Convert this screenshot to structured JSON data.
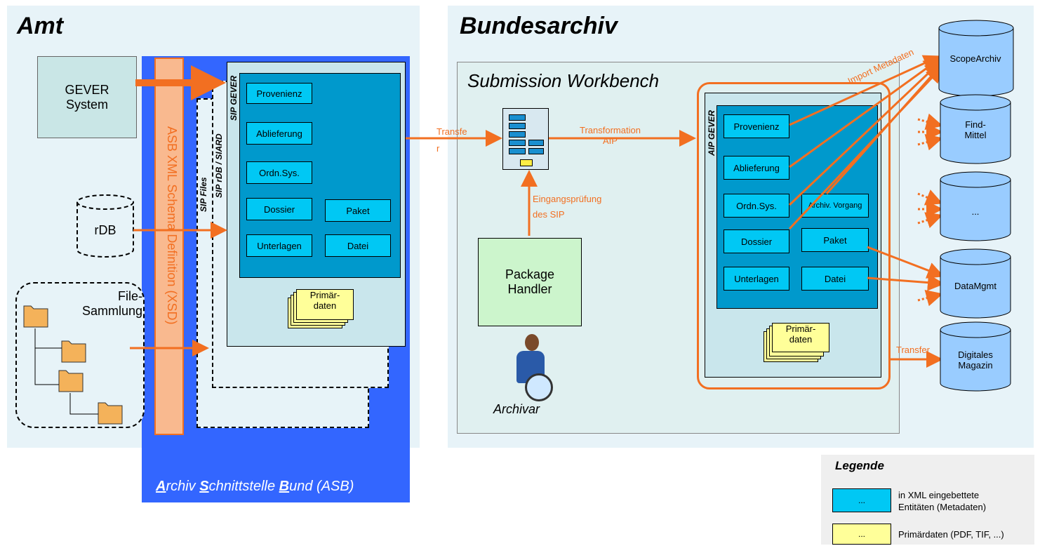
{
  "amt": {
    "title": "Amt",
    "gever_system": "GEVER\nSystem",
    "rdb": "rDB",
    "file_sammlung": "File-\nSammlung"
  },
  "asb": {
    "xsd_label": "ASB XML Schema Definition (XSD)",
    "footer_parts": [
      "A",
      "rchiv ",
      "S",
      "chnittstelle ",
      "B",
      "und (ASB)"
    ],
    "sip_gever": "SIP GEVER",
    "sip_rdb": "SIP rDB / SIARD",
    "sip_files": "SIP Files",
    "entities": [
      "Provenienz",
      "Ablieferung",
      "Ordn.Sys.",
      "Dossier",
      "Paket",
      "Unterlagen",
      "Datei"
    ],
    "primaerdaten": "Primär-\ndaten"
  },
  "bundesarchiv": {
    "title": "Bundesarchiv",
    "submission_workbench": "Submission Workbench",
    "transfer_label": "Transfe\nr",
    "transformation_label": "Transformation\nAIP",
    "eingangspruefung": "Eingangsprüfung\ndes SIP",
    "package_handler": "Package\nHandler",
    "archivar": "Archivar",
    "aip_gever": "AIP GEVER",
    "aip_entities": [
      "Provenienz",
      "Ablieferung",
      "Ordn.Sys.",
      "Archiv. Vorgang",
      "Dossier",
      "Paket",
      "Unterlagen",
      "Datei"
    ],
    "primaerdaten": "Primär-\ndaten",
    "import_metadaten": "Import Metadaten",
    "transfer_right": "Transfer"
  },
  "databases": [
    "ScopeArchiv",
    "Find-\nMittel",
    "...",
    "DataMgmt",
    "Digitales\nMagazin"
  ],
  "legend": {
    "title": "Legende",
    "entity_symbol": "...",
    "entity_text": "in XML eingebettete\nEntitäten (Metadaten)",
    "primary_symbol": "...",
    "primary_text": "Primärdaten (PDF, TIF, ...)"
  },
  "colors": {
    "orange": "#f26f21",
    "asb_blue": "#3366ff",
    "entity_cyan": "#00c8f4",
    "panel_bg": "#e7f3f8"
  }
}
